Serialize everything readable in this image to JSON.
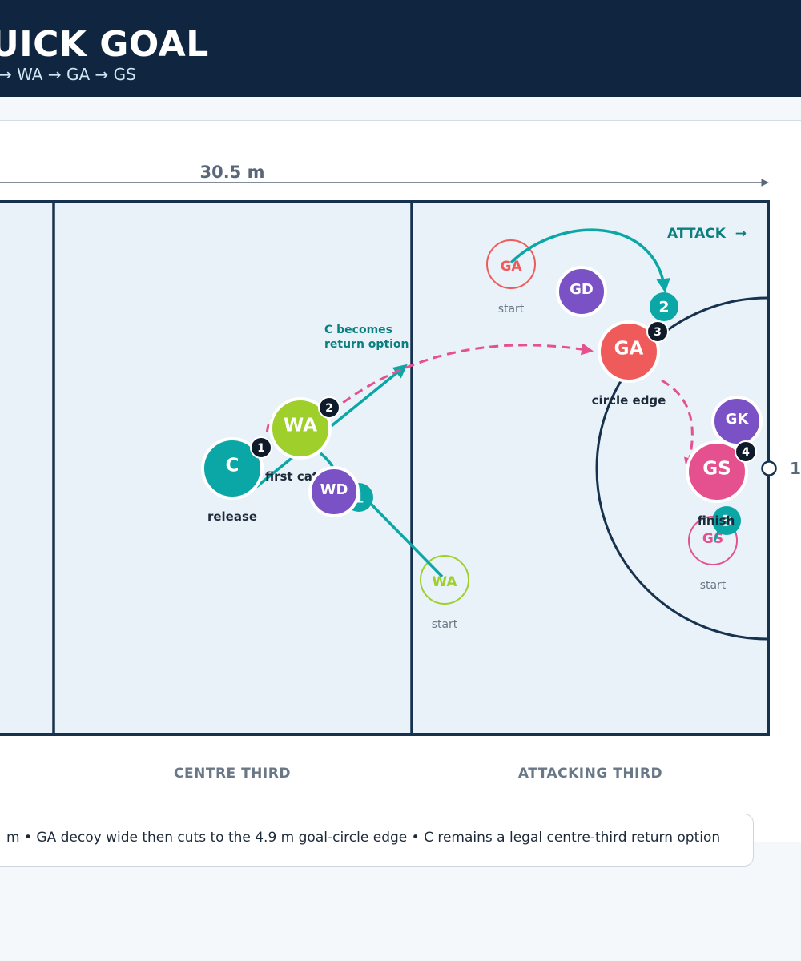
{
  "header": {
    "title": "UICK GOAL",
    "subtitle": "→ WA → GA → GS"
  },
  "court": {
    "length_label": "30.5 m",
    "attack_label": "ATTACK  →",
    "thirds": {
      "centre": "CENTRE THIRD",
      "attacking": "ATTACKING THIRD"
    },
    "edge_label": "1",
    "annotation": {
      "line1": "C becomes",
      "line2": "return option"
    }
  },
  "players": {
    "c": {
      "abbr": "C",
      "label": "release"
    },
    "wa": {
      "abbr": "WA",
      "label": "first cat"
    },
    "wd": {
      "abbr": "WD"
    },
    "gd": {
      "abbr": "GD"
    },
    "ga": {
      "abbr": "GA",
      "label": "circle edge"
    },
    "gk": {
      "abbr": "GK"
    },
    "gs": {
      "abbr": "GS",
      "label": "finish"
    }
  },
  "ghosts": {
    "ga": {
      "abbr": "GA",
      "label": "start"
    },
    "wa": {
      "abbr": "WA",
      "label": "start"
    },
    "gs": {
      "abbr": "GS",
      "label": "start"
    }
  },
  "steps": {
    "pass": [
      "1",
      "2",
      "3",
      "4"
    ],
    "move": [
      "1",
      "2",
      "3"
    ]
  },
  "notes": {
    "text": "m  •  GA decoy wide then cuts to the 4.9 m goal-circle edge  •  C remains a legal centre-third return option"
  },
  "colors": {
    "navy": "#102640",
    "court_fill": "#e8f2f8",
    "teal": "#0ba6a6",
    "pink": "#e5508f",
    "wa_green": "#9ecf2a",
    "ga_red": "#ef5b5b",
    "purple": "#7b52c5",
    "step_badge": "#0f1b2b"
  }
}
